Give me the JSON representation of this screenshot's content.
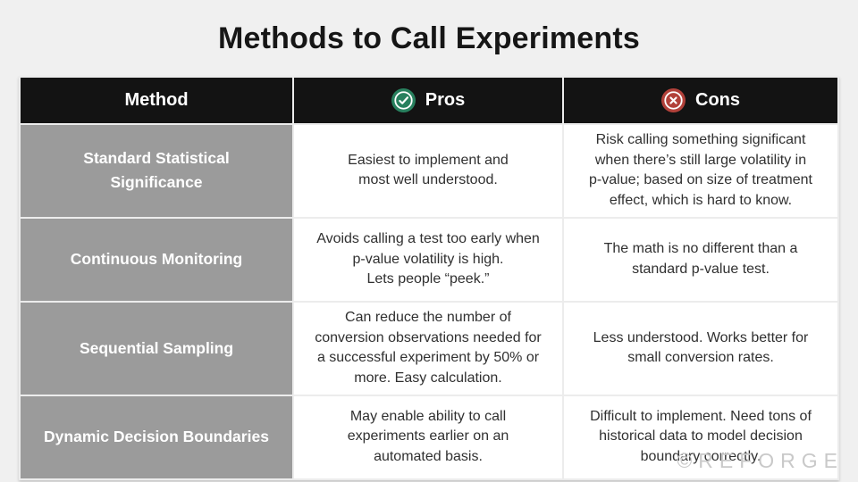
{
  "page": {
    "title": "Methods to Call Experiments",
    "watermark": "©REFORGE",
    "background_color": "#f0f0f0"
  },
  "table": {
    "headers": {
      "method": "Method",
      "pros": "Pros",
      "cons": "Cons"
    },
    "icons": {
      "pros": "check-circle-icon",
      "cons": "x-circle-icon"
    },
    "colors": {
      "header_bg": "#131313",
      "header_text": "#ffffff",
      "method_cell_bg": "#9b9b9b",
      "method_cell_text": "#ffffff",
      "body_cell_bg": "#ffffff",
      "body_cell_text": "#303030",
      "pros_icon_green": "#28805e",
      "cons_icon_red": "#b2413a"
    },
    "rows": [
      {
        "method": "Standard Statistical\nSignificance",
        "pros": "Easiest to implement and\nmost well understood.",
        "cons": "Risk calling something significant\nwhen there’s still large volatility in\np-value; based on size of treatment\neffect, which is hard to know."
      },
      {
        "method": "Continuous Monitoring",
        "pros": "Avoids calling a test too early when\np-value volatility is high.\nLets people “peek.”",
        "cons": "The math is no different than a\nstandard p-value test."
      },
      {
        "method": "Sequential Sampling",
        "pros": "Can reduce the number of\nconversion observations needed for\na successful experiment by 50% or\nmore. Easy calculation.",
        "cons": "Less understood. Works better for\nsmall conversion rates."
      },
      {
        "method": "Dynamic Decision Boundaries",
        "pros": "May enable ability to call\nexperiments earlier on an\nautomated basis.",
        "cons": "Difficult to implement. Need tons of\nhistorical data to model decision\nboundary correctly."
      }
    ]
  }
}
